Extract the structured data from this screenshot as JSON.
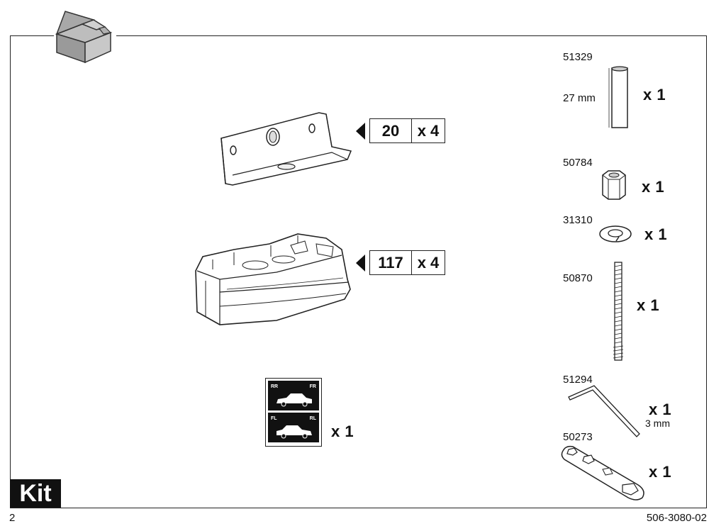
{
  "header": {
    "section_icon": "open-box-icon"
  },
  "main_parts": [
    {
      "ref": "20",
      "qty": "x 4"
    },
    {
      "ref": "117",
      "qty": "x 4"
    }
  ],
  "sticker": {
    "top_left": "RR",
    "top_right": "FR",
    "bottom_left": "FL",
    "bottom_right": "RL",
    "qty": "x 1"
  },
  "side_parts": [
    {
      "number": "51329",
      "note": "27 mm",
      "qty": "x 1"
    },
    {
      "number": "50784",
      "qty": "x 1"
    },
    {
      "number": "31310",
      "qty": "x 1"
    },
    {
      "number": "50870",
      "qty": "x 1"
    },
    {
      "number": "51294",
      "note": "3 mm",
      "qty": "x 1"
    },
    {
      "number": "50273",
      "qty": "x 1"
    }
  ],
  "footer": {
    "section_label": "Kit",
    "page_number": "2",
    "doc_number": "506-3080-02"
  }
}
